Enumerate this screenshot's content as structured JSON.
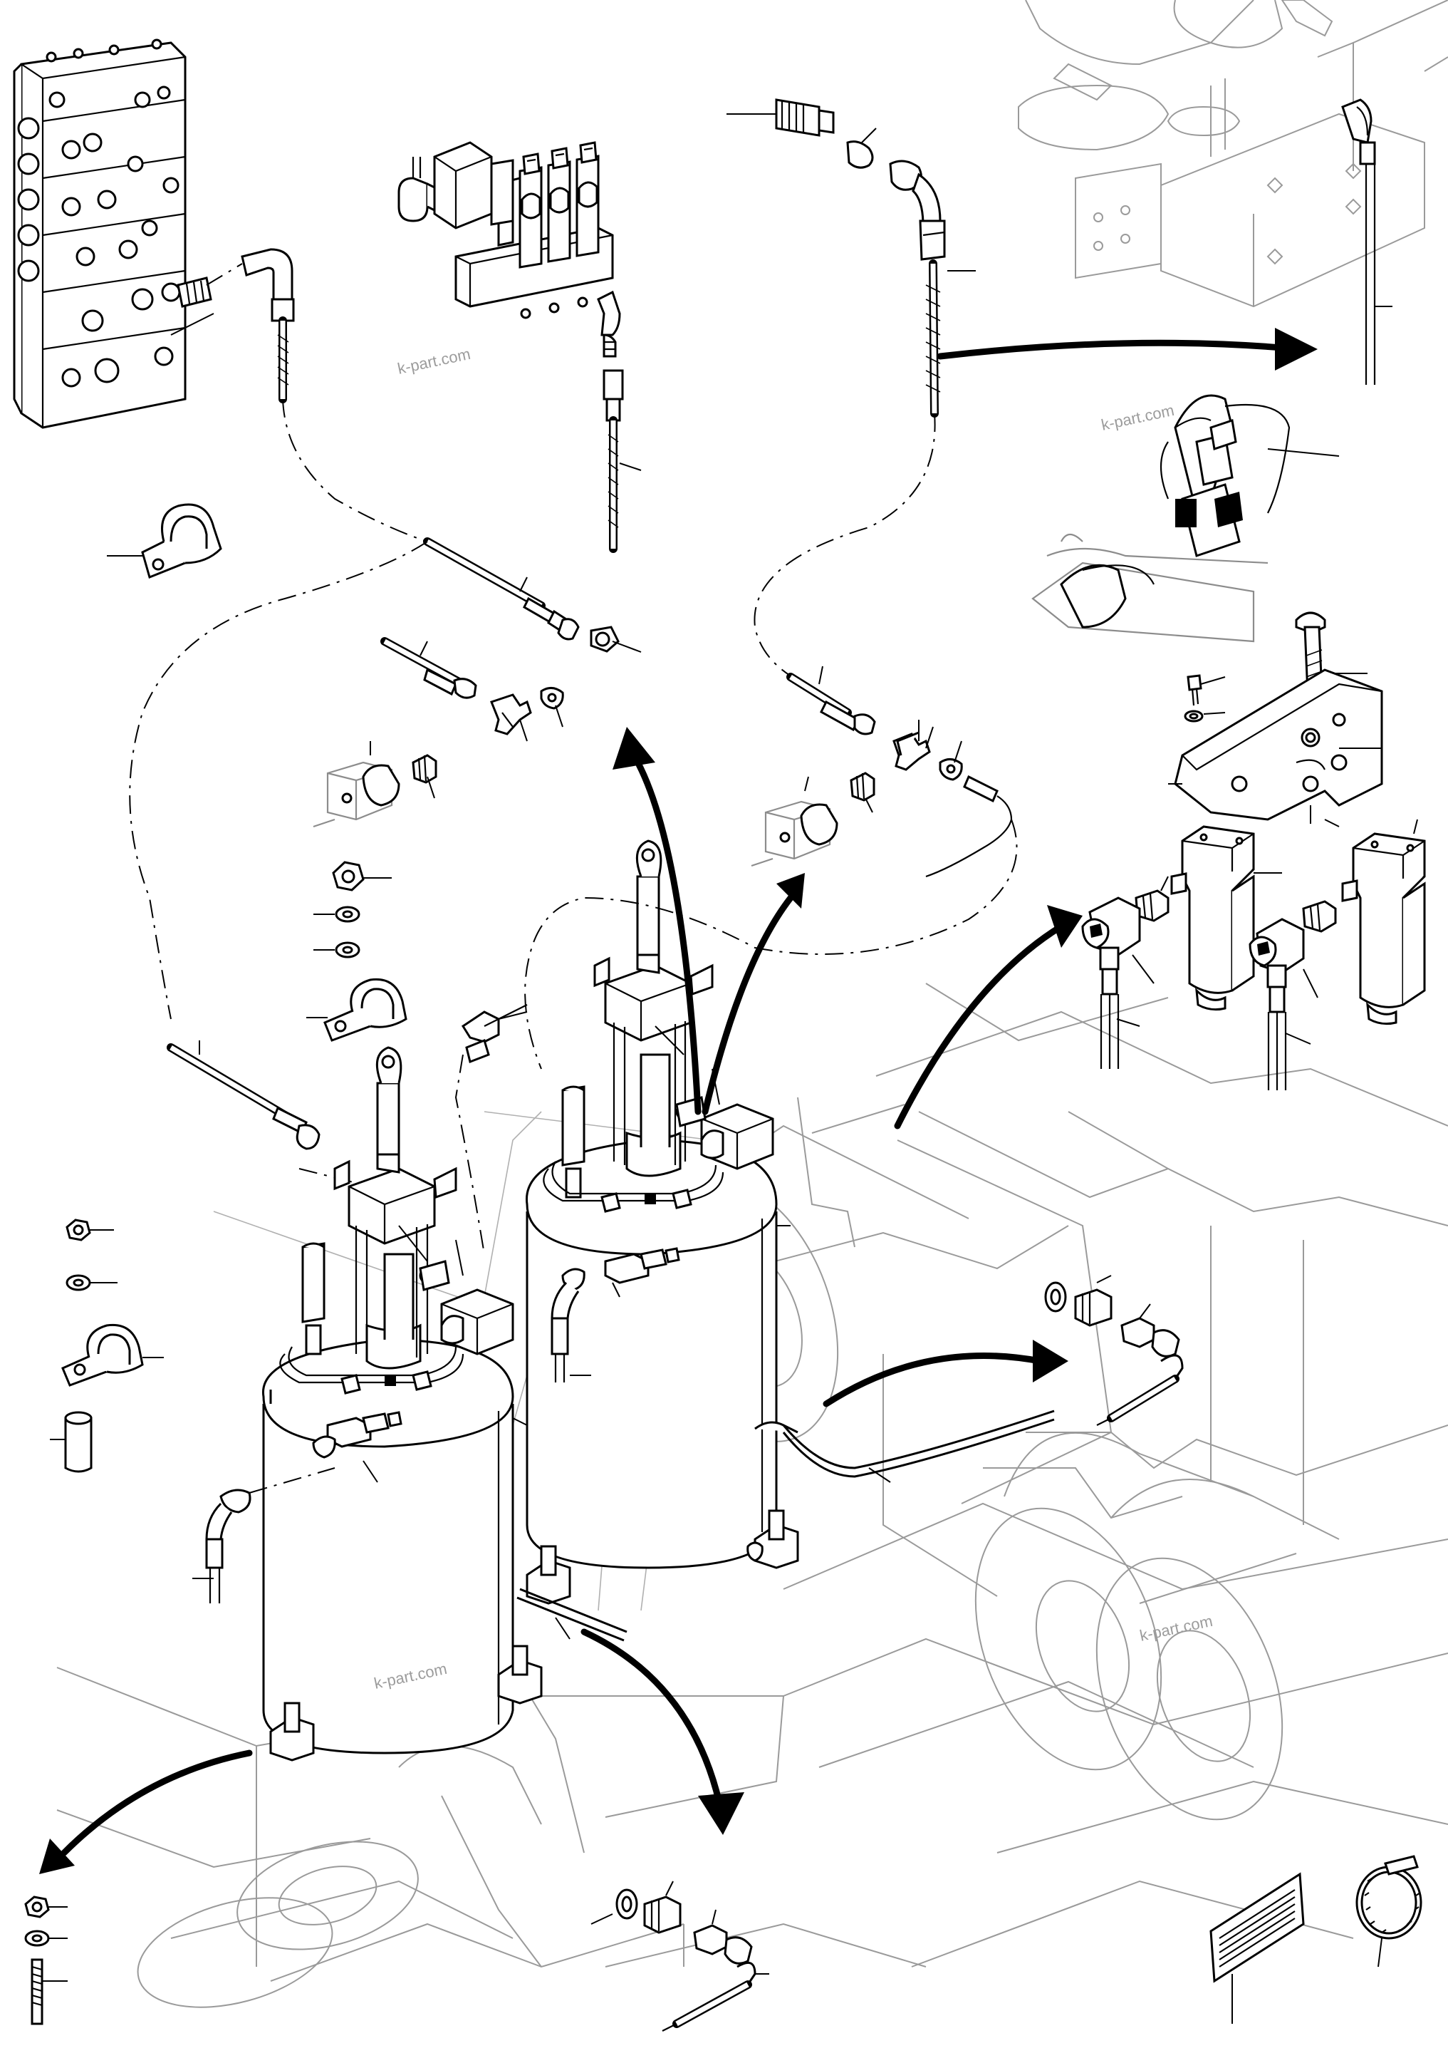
{
  "watermarks": [
    {
      "id": "wm-top-center",
      "text": "k-part.com"
    },
    {
      "id": "wm-top-right",
      "text": "k-part.com"
    },
    {
      "id": "wm-bottom-left",
      "text": "k-part.com"
    },
    {
      "id": "wm-bottom-right",
      "text": "k-part.com"
    }
  ],
  "colors": {
    "line": "#000000",
    "frame": "#9a9a9a",
    "background": "#ffffff",
    "watermark": "#9c9c9c"
  }
}
